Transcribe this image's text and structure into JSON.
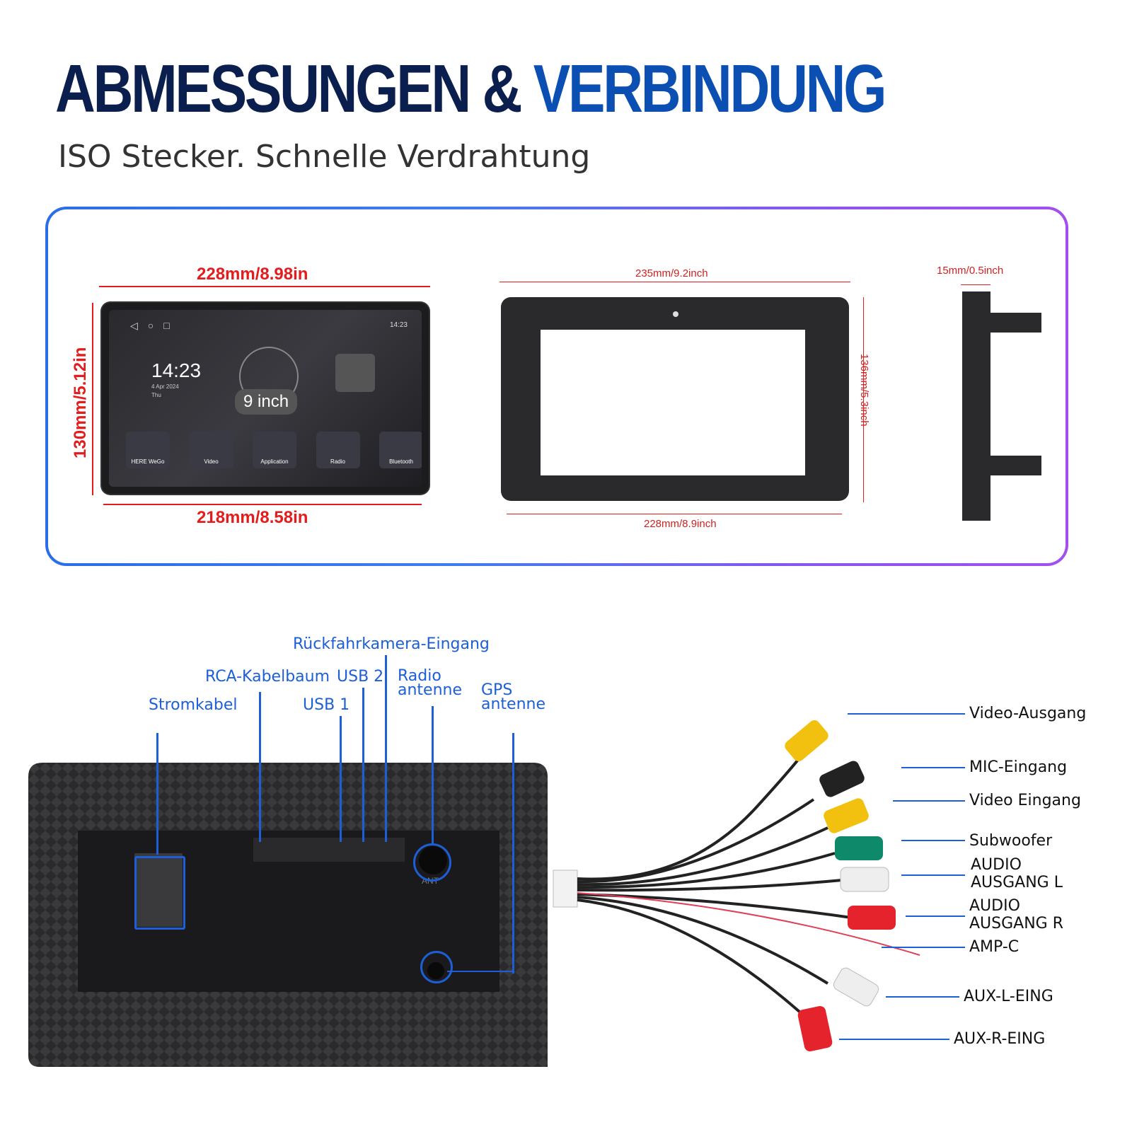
{
  "header": {
    "title_part1": "ABMESSUNGEN",
    "title_amp": "&",
    "title_part2": "VERBINDUNG",
    "subtitle": "ISO Stecker. Schnelle Verdrahtung"
  },
  "dimensions": {
    "unit_top_width": "228mm/8.98in",
    "unit_height": "130mm/5.12in",
    "unit_bottom_width": "218mm/8.58in",
    "screen_size": "9 inch",
    "frame_top_width": "235mm/9.2inch",
    "frame_height": "136mm/5.3inch",
    "frame_bottom_width": "228mm/8.9inch",
    "frame_depth": "15mm/0.5inch"
  },
  "screen_ui": {
    "clock": "14:23",
    "date": "4 Apr 2024",
    "weekday": "Thu",
    "status_time": "14:23",
    "apps": [
      "HERE WeGo",
      "Video",
      "Application",
      "Radio",
      "Bluetooth"
    ]
  },
  "ports": {
    "power": "Stromkabel",
    "rca": "RCA-Kabelbaum",
    "usb1": "USB 1",
    "usb2": "USB 2",
    "camera": "Rückfahrkamera-Eingang",
    "radio_line1": "Radio",
    "radio_line2": "antenne",
    "gps_line1": "GPS",
    "gps_line2": "antenne",
    "ant_mark": "ANT"
  },
  "cables": {
    "video_out": "Video-Ausgang",
    "mic_in": "MIC-Eingang",
    "video_in": "Video Eingang",
    "subwoofer": "Subwoofer",
    "audio_l_line1": "AUDIO",
    "audio_l_line2": "AUSGANG L",
    "audio_r_line1": "AUDIO",
    "audio_r_line2": "AUSGANG R",
    "amp": "AMP-C",
    "aux_l": "AUX-L-EING",
    "aux_r": "AUX-R-EING"
  },
  "colors": {
    "title_dark": "#0b1f4f",
    "title_blue": "#0b4fb3",
    "dimension_red": "#e31d1d",
    "label_blue": "#1d5fd6"
  }
}
